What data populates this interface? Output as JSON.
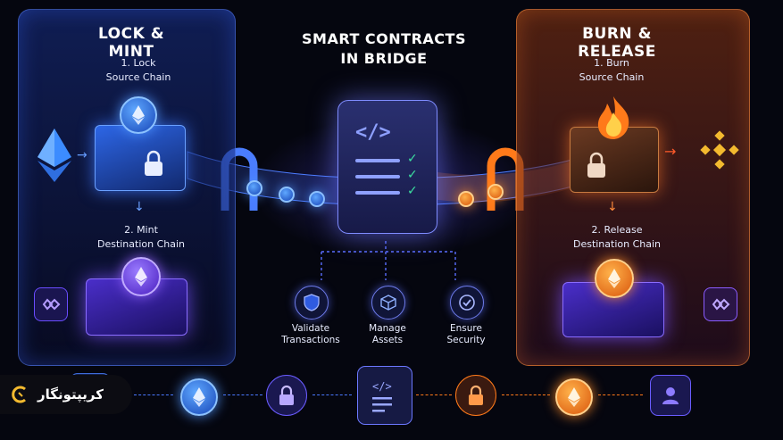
{
  "header": {
    "center_title_line1": "SMART CONTRACTS",
    "center_title_line2": "IN BRIDGE"
  },
  "left_panel": {
    "title": "LOCK & MINT",
    "step1_title": "1. Lock",
    "step1_sub": "Source Chain",
    "step2_title": "2. Mint",
    "step2_sub": "Destination Chain"
  },
  "right_panel": {
    "title": "BURN & RELEASE",
    "step1_title": "1. Burn",
    "step1_sub": "Source Chain",
    "step2_title": "2. Release",
    "step2_sub": "Destination Chain"
  },
  "features": [
    {
      "line1": "Validate",
      "line2": "Transactions",
      "icon": "shield-icon"
    },
    {
      "line1": "Manage",
      "line2": "Assets",
      "icon": "cube-icon"
    },
    {
      "line1": "Ensure",
      "line2": "Security",
      "icon": "check-circle-icon"
    }
  ],
  "logo": {
    "text": "کریپتونگار"
  },
  "colors": {
    "blue_accent": "#2d66e6",
    "purple_accent": "#6a45ff",
    "orange_accent": "#ff7a1a",
    "background": "#05060f"
  }
}
